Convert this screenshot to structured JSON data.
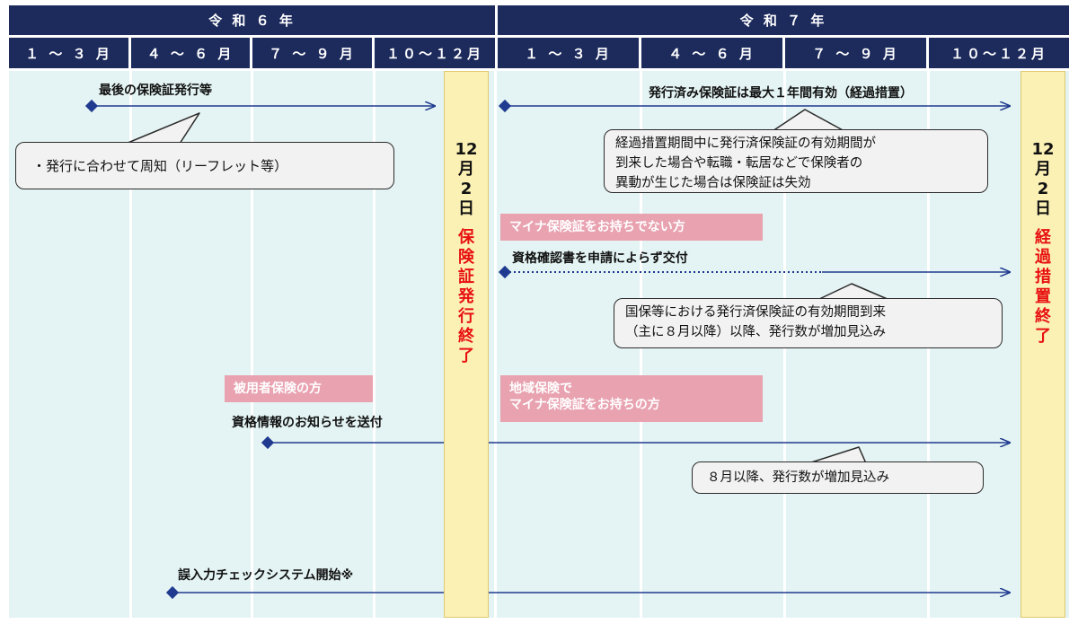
{
  "years": [
    {
      "label": "令 和 ６ 年"
    },
    {
      "label": "令 和 ７ 年"
    }
  ],
  "quarters": [
    "１ ～ ３ 月",
    "４ ～ ６ 月",
    "７ ～ ９ 月",
    "１０～１２月",
    "１ ～ ３ 月",
    "４ ～ ６ 月",
    "７ ～ ９ 月",
    "１０～１２月"
  ],
  "labels": {
    "last_issue": "最後の保険証発行等",
    "valid_one_year": "発行済み保険証は最大１年間有効（経過措置）",
    "qualification_cert": "資格確認書を申請によらず交付",
    "qualification_info": "資格情報のお知らせを送付",
    "error_check": "誤入力チェックシステム開始※"
  },
  "bubbles": {
    "notice": "・発行に合わせて周知（リーフレット等）",
    "transition": [
      "経過措置期間中に発行済保険証の有効期間が",
      "到来した場合や転職・転居などで保険者の",
      "異動が生じた場合は保険証は失効"
    ],
    "national": [
      "国保等における発行済保険証の有効期間到来",
      "（主に８月以降）以降、発行数が増加見込み"
    ],
    "august": "８月以降、発行数が増加見込み"
  },
  "pink_labels": {
    "no_mynumber": "マイナ保険証をお持ちでない方",
    "employee": "被用者保険の方",
    "regional": [
      "地域保険で",
      "マイナ保険証をお持ちの方"
    ]
  },
  "bands": {
    "band1_date": [
      "12",
      "月",
      "2",
      "日"
    ],
    "band1_text": [
      "保",
      "険",
      "証",
      "発",
      "行",
      "終",
      "了"
    ],
    "band2_date": [
      "12",
      "月",
      "2",
      "日"
    ],
    "band2_text": [
      "経",
      "過",
      "措",
      "置",
      "終",
      "了"
    ]
  },
  "colors": {
    "header": "#1c2a5c",
    "arrow": "#1f3a8f",
    "column_bg": "#e4f3f3",
    "band": "#fbf1b5",
    "pink": "#e8a2b0",
    "emphasis": "#e81010"
  }
}
